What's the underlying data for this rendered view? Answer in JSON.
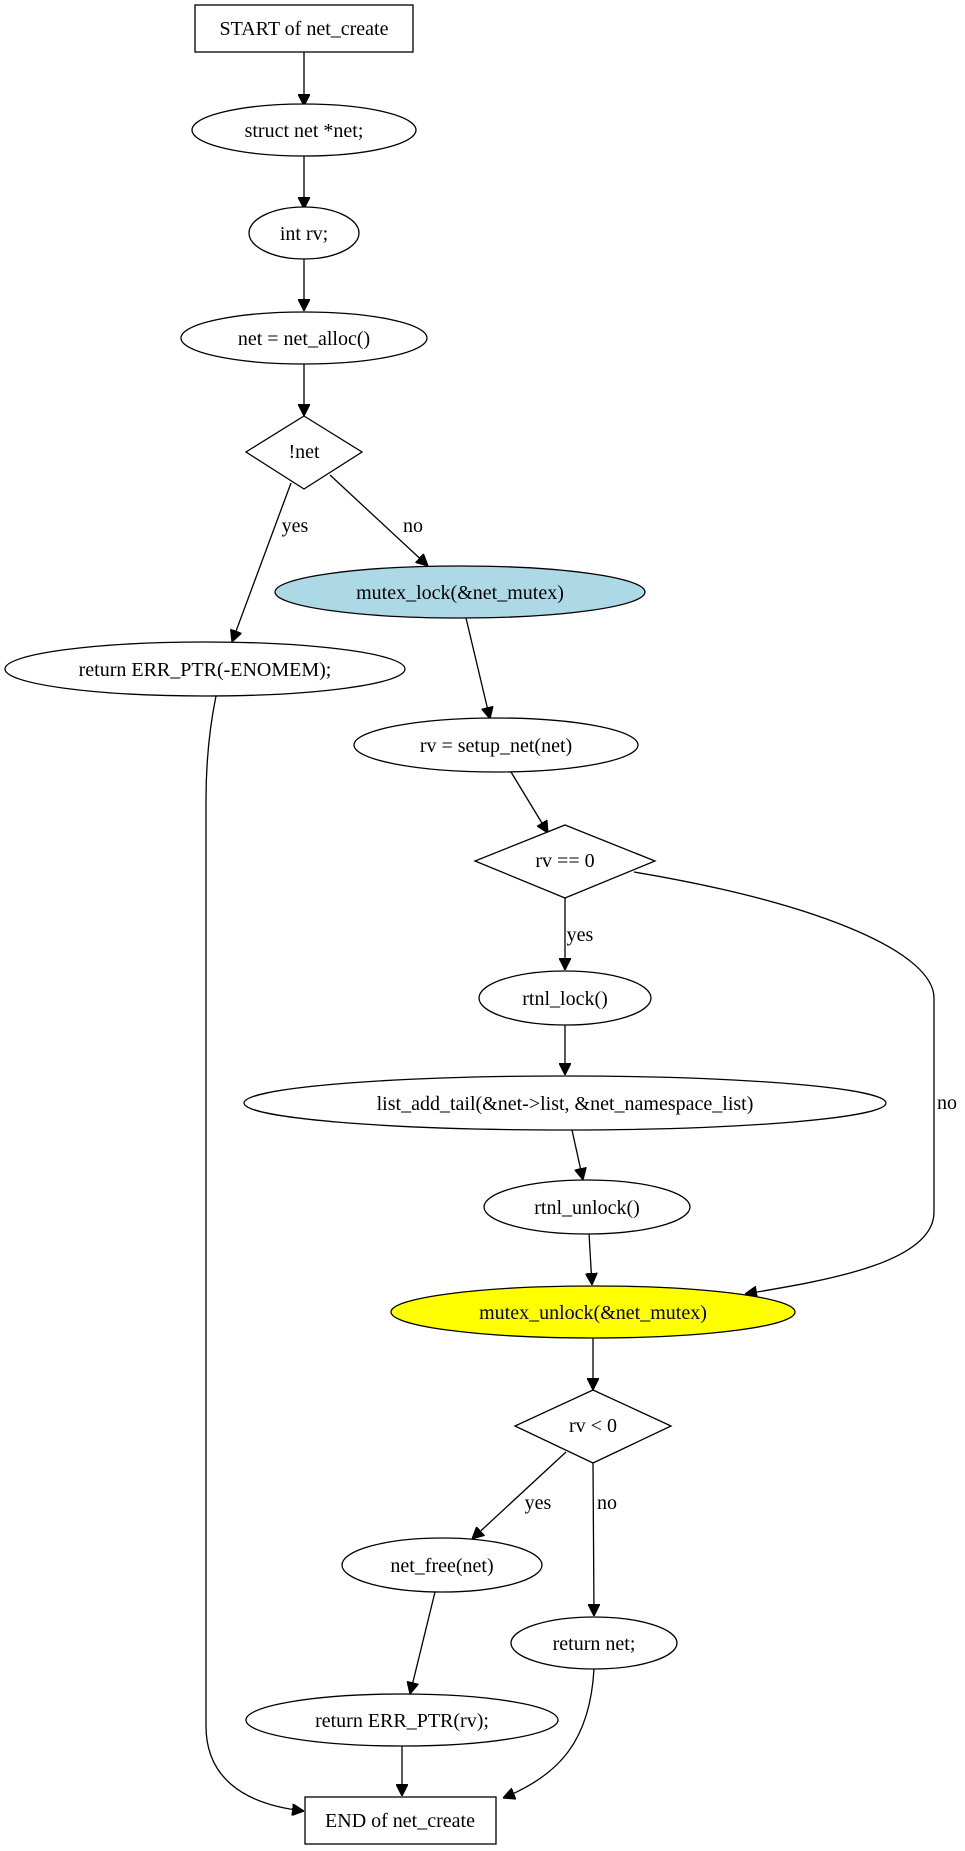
{
  "nodes": {
    "start": "START of net_create",
    "decl_net": "struct net *net;",
    "decl_rv": "int rv;",
    "alloc": "net = net_alloc()",
    "cond_net": "!net",
    "ret_enomem": "return ERR_PTR(-ENOMEM);",
    "mutex_lock": "mutex_lock(&net_mutex)",
    "setup": "rv = setup_net(net)",
    "cond_rv_eq": "rv == 0",
    "rtnl_lock": "rtnl_lock()",
    "list_add": "list_add_tail(&net->list, &net_namespace_list)",
    "rtnl_unlock": "rtnl_unlock()",
    "mutex_unlock": "mutex_unlock(&net_mutex)",
    "cond_rv_lt": "rv < 0",
    "net_free": "net_free(net)",
    "ret_net": "return net;",
    "ret_err": "return ERR_PTR(rv);",
    "end": "END of net_create"
  },
  "edge_labels": {
    "net_yes": "yes",
    "net_no": "no",
    "rv_eq_yes": "yes",
    "rv_eq_no": "no",
    "rv_lt_yes": "yes",
    "rv_lt_no": "no"
  },
  "colors": {
    "mutex_lock_fill": "#add8e6",
    "mutex_unlock_fill": "#ffff00"
  }
}
